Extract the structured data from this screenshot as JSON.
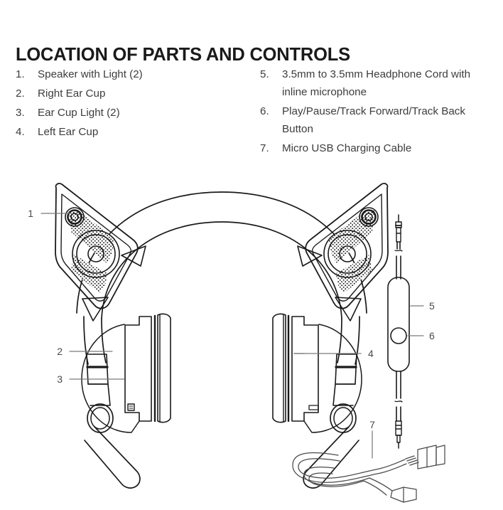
{
  "document": {
    "title": "LOCATION OF PARTS AND CONTROLS"
  },
  "parts": {
    "left_column": [
      {
        "number": "1.",
        "label": "Speaker with Light (2)"
      },
      {
        "number": "2.",
        "label": "Right Ear Cup"
      },
      {
        "number": "3.",
        "label": "Ear Cup Light (2)"
      },
      {
        "number": "4.",
        "label": "Left Ear Cup"
      }
    ],
    "right_column": [
      {
        "number": "5.",
        "label": "3.5mm to 3.5mm Headphone Cord with inline microphone"
      },
      {
        "number": "6.",
        "label": "Play/Pause/Track Forward/Track Back Button"
      },
      {
        "number": "7.",
        "label": "Micro USB Charging Cable"
      }
    ]
  },
  "diagram": {
    "callouts": [
      {
        "id": "1",
        "text": "1",
        "target": "speaker-with-light"
      },
      {
        "id": "2",
        "text": "2",
        "target": "right-ear-cup"
      },
      {
        "id": "3",
        "text": "3",
        "target": "ear-cup-light"
      },
      {
        "id": "4",
        "text": "4",
        "target": "left-ear-cup"
      },
      {
        "id": "5",
        "text": "5",
        "target": "headphone-cord-inline-mic"
      },
      {
        "id": "6",
        "text": "6",
        "target": "play-pause-button"
      },
      {
        "id": "7",
        "text": "7",
        "target": "micro-usb-charging-cable"
      }
    ]
  },
  "colors": {
    "background": "#ffffff",
    "title_text": "#1a1a1a",
    "body_text": "#3d3d3d",
    "line_art": "#1a1a1a",
    "callout_line": "#7a7a7a",
    "callout_text": "#4a4a4a"
  }
}
